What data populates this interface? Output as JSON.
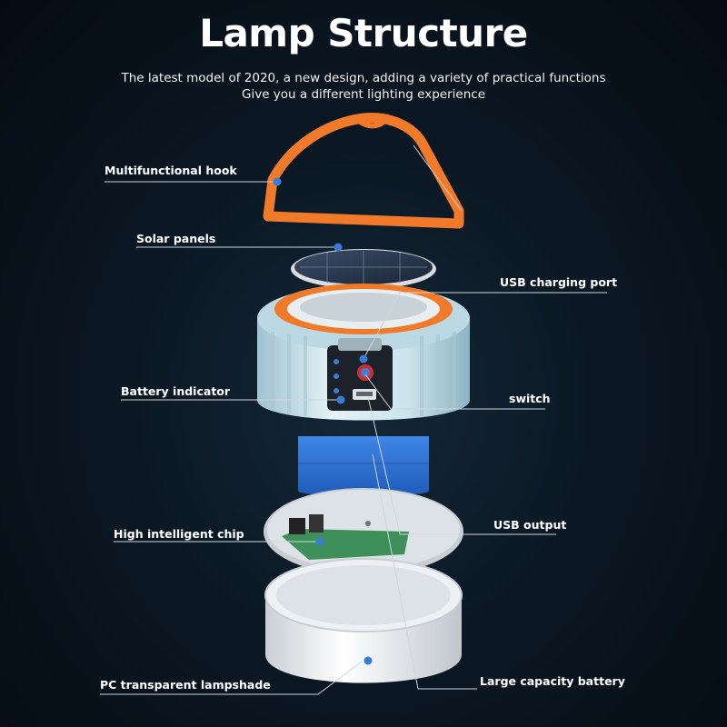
{
  "header": {
    "title": "Lamp Structure",
    "subtitle_line1": "The latest model of 2020, a new design, adding a variety of practical functions",
    "subtitle_line2": "Give you a different lighting experience"
  },
  "labels": {
    "hook": "Multifunctional hook",
    "solar": "Solar panels",
    "usb_port": "USB charging port",
    "battery_indicator": "Battery indicator",
    "switch": "switch",
    "chip": "High intelligent chip",
    "usb_output": "USB output",
    "lampshade": "PC transparent lampshade",
    "battery": "Large capacity battery"
  },
  "colors": {
    "hook": "#f07a2a",
    "body": "#cfe6ee",
    "ring": "#f07a2a",
    "marker": "#3a7bd5",
    "battery_block": "#2f6fd0",
    "leader": "#d0d6dc"
  }
}
